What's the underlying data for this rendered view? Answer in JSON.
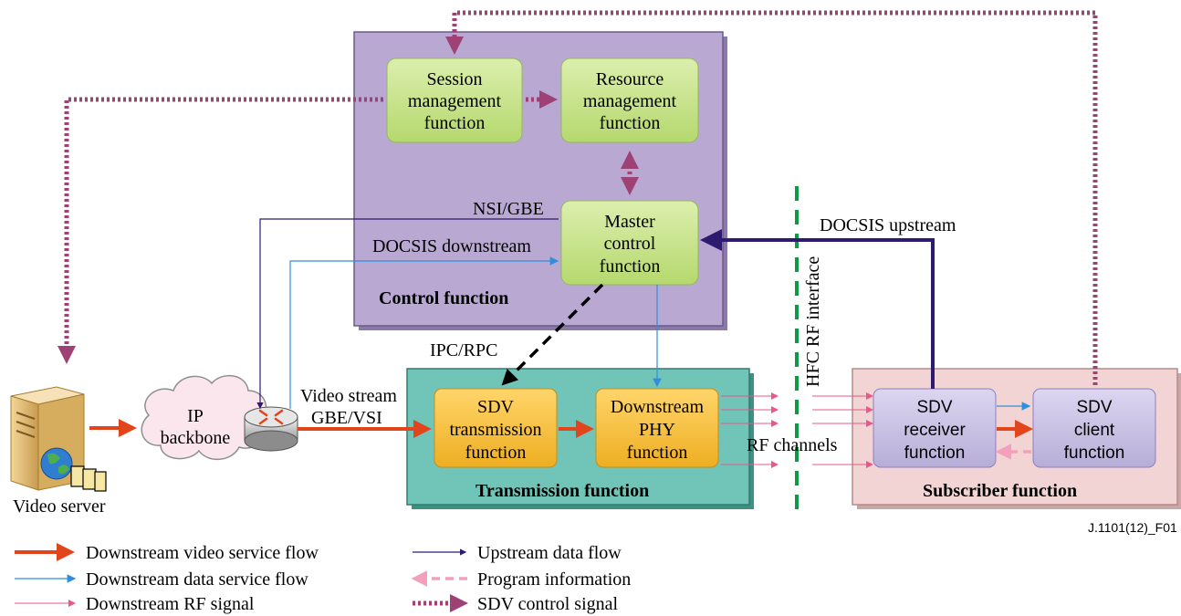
{
  "boxes": {
    "control": {
      "title": "Control function",
      "color": "#b9a9d2"
    },
    "transmission": {
      "title": "Transmission function",
      "color": "#71c5b8"
    },
    "subscriber": {
      "title": "Subscriber function",
      "color": "#f2d4d4"
    }
  },
  "functions": {
    "session": [
      "Session",
      "management",
      "function"
    ],
    "resource": [
      "Resource",
      "management",
      "function"
    ],
    "master": [
      "Master",
      "control",
      "function"
    ],
    "sdv_tx": [
      "SDV",
      "transmission",
      "function"
    ],
    "phy": [
      "Downstream",
      "PHY",
      "function"
    ],
    "receiver": [
      "SDV",
      "receiver",
      "function"
    ],
    "client": [
      "SDV",
      "client",
      "function"
    ]
  },
  "labels": {
    "nsi_gbe": "NSI/GBE",
    "docsis_downstream": "DOCSIS downstream",
    "docsis_upstream": "DOCSIS upstream",
    "ipc_rpc": "IPC/RPC",
    "video_stream": "Video stream",
    "gbe_vsi": "GBE/VSI",
    "rf_channels": "RF channels",
    "hfc_rf_interface": "HFC RF interface",
    "ip_backbone": [
      "IP",
      "backbone"
    ],
    "video_server": "Video server",
    "figure_id": "J.1101(12)_F01"
  },
  "legend": {
    "downstream_video": "Downstream video service flow",
    "downstream_data": "Downstream data service flow",
    "downstream_rf": "Downstream RF signal",
    "upstream_data": "Upstream data flow",
    "program_info": "Program information",
    "sdv_control": "SDV control signal"
  },
  "colors": {
    "video_flow": "#e2451b",
    "data_flow": "#2f8fdc",
    "rf_signal": "#e8588a",
    "upstream": "#2e1a6e",
    "program_info": "#f4a0bc",
    "sdv_control": "#9e4275",
    "interface_line": "#0f9a47",
    "green_func": "#c6e28a",
    "orange_func": "#f6c23e",
    "lavender_func": "#c6bfe0"
  }
}
